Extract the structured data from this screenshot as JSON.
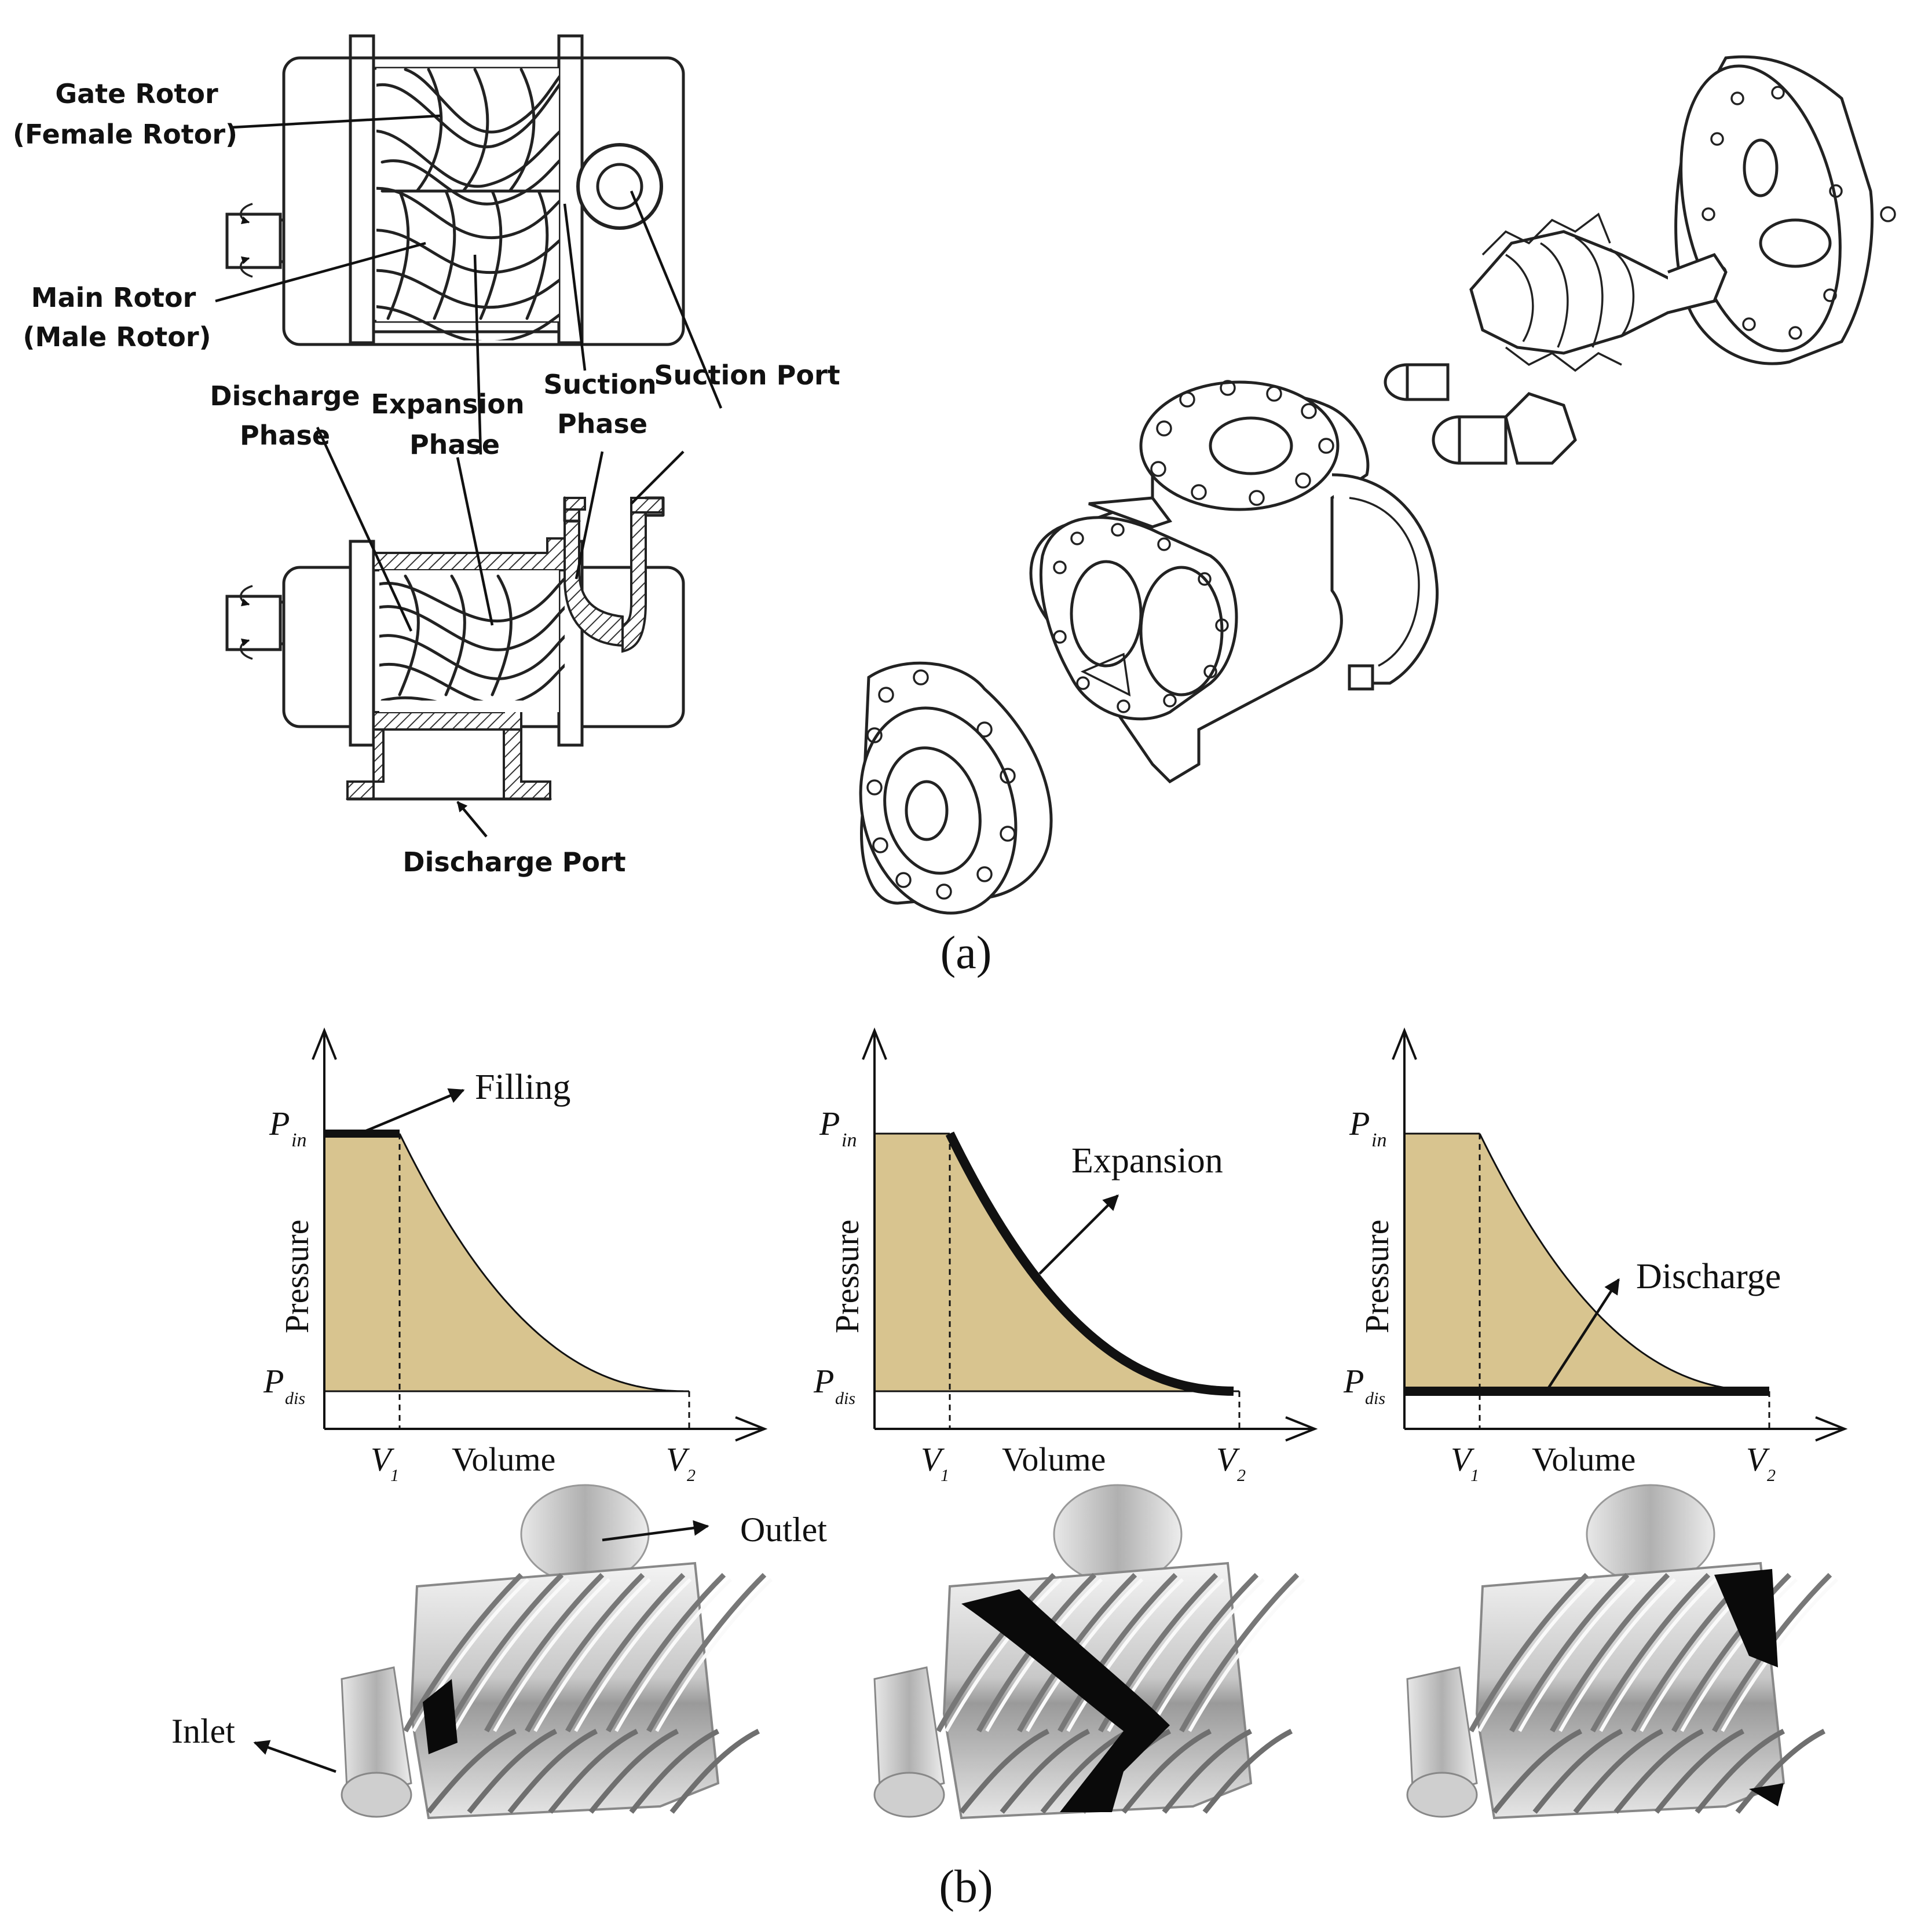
{
  "panel_a": {
    "caption": "(a)",
    "labels": {
      "gate_rotor_1": "Gate Rotor",
      "gate_rotor_2": "(Female Rotor)",
      "main_rotor_1": "Main Rotor",
      "main_rotor_2": "(Male Rotor)",
      "discharge_phase_1": "Discharge",
      "discharge_phase_2": "Phase",
      "expansion_phase_1": "Expansion",
      "expansion_phase_2": "Phase",
      "suction_phase_1": "Suction",
      "suction_phase_2": "Phase",
      "suction_port": "Suction Port",
      "discharge_port": "Discharge Port"
    }
  },
  "panel_b": {
    "caption": "(b)",
    "charts": [
      {
        "y_label": "Pressure",
        "x_label": "Volume",
        "p_in": "P",
        "p_in_sub": "in",
        "p_dis": "P",
        "p_dis_sub": "dis",
        "v1": "V",
        "v1_sub": "1",
        "v2": "V",
        "v2_sub": "2",
        "annotation": "Filling"
      },
      {
        "y_label": "Pressure",
        "x_label": "Volume",
        "p_in": "P",
        "p_in_sub": "in",
        "p_dis": "P",
        "p_dis_sub": "dis",
        "v1": "V",
        "v1_sub": "1",
        "v2": "V",
        "v2_sub": "2",
        "annotation": "Expansion"
      },
      {
        "y_label": "Pressure",
        "x_label": "Volume",
        "p_in": "P",
        "p_in_sub": "in",
        "p_dis": "P",
        "p_dis_sub": "dis",
        "v1": "V",
        "v1_sub": "1",
        "v2": "V",
        "v2_sub": "2",
        "annotation": "Discharge"
      }
    ],
    "rotor_labels": {
      "outlet": "Outlet",
      "inlet": "Inlet"
    }
  },
  "colors": {
    "fill": "#d8c48f",
    "ink": "#111111",
    "highlight": "#0a0a0a"
  }
}
